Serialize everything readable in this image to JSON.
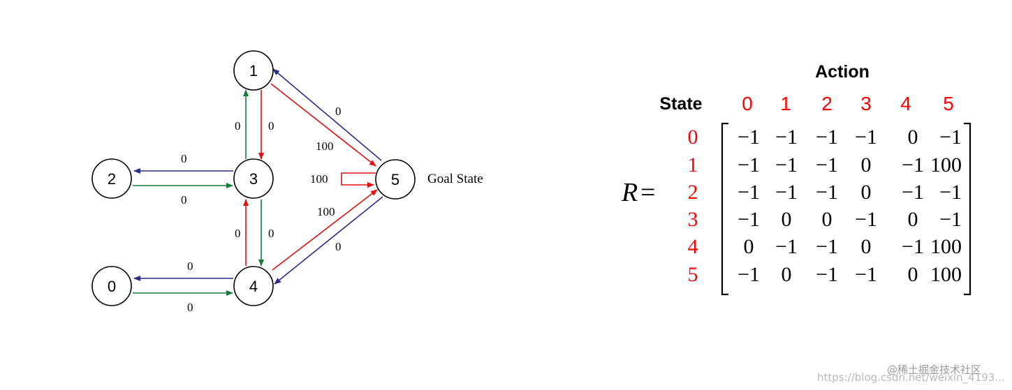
{
  "graph": {
    "nodes": [
      {
        "id": "0",
        "label": "0"
      },
      {
        "id": "1",
        "label": "1"
      },
      {
        "id": "2",
        "label": "2"
      },
      {
        "id": "3",
        "label": "3"
      },
      {
        "id": "4",
        "label": "4"
      },
      {
        "id": "5",
        "label": "5"
      }
    ],
    "goal_label": "Goal State",
    "edges": [
      {
        "from": "5",
        "to": "1",
        "label": "0",
        "color": "#2b2b8c"
      },
      {
        "from": "1",
        "to": "5",
        "label": "100",
        "color": "#e01010"
      },
      {
        "from": "3",
        "to": "1",
        "label": "0",
        "color": "#1a7a3a"
      },
      {
        "from": "1",
        "to": "3",
        "label": "0",
        "color": "#e01010"
      },
      {
        "from": "3",
        "to": "2",
        "label": "0",
        "color": "#2b2b8c"
      },
      {
        "from": "2",
        "to": "3",
        "label": "0",
        "color": "#1a7a3a"
      },
      {
        "from": "4",
        "to": "3",
        "label": "0",
        "color": "#e01010"
      },
      {
        "from": "3",
        "to": "4",
        "label": "0",
        "color": "#1a7a3a"
      },
      {
        "from": "4",
        "to": "0",
        "label": "0",
        "color": "#2b2b8c"
      },
      {
        "from": "0",
        "to": "4",
        "label": "0",
        "color": "#1a7a3a"
      },
      {
        "from": "4",
        "to": "5",
        "label": "100",
        "color": "#e01010"
      },
      {
        "from": "5",
        "to": "4",
        "label": "0",
        "color": "#2b2b8c"
      },
      {
        "from": "5",
        "to": "5",
        "label": "100",
        "color": "#e01010"
      }
    ]
  },
  "matrix": {
    "symbol": "R",
    "equals": "=",
    "action_header": "Action",
    "state_header": "State",
    "col_labels": [
      "0",
      "1",
      "2",
      "3",
      "4",
      "5"
    ],
    "row_labels": [
      "0",
      "1",
      "2",
      "3",
      "4",
      "5"
    ],
    "rows": [
      [
        "-1",
        "-1",
        "-1",
        "-1",
        "0",
        "-1"
      ],
      [
        "-1",
        "-1",
        "-1",
        "0",
        "-1",
        "100"
      ],
      [
        "-1",
        "-1",
        "-1",
        "0",
        "-1",
        "-1"
      ],
      [
        "-1",
        "0",
        "0",
        "-1",
        "0",
        "-1"
      ],
      [
        "0",
        "-1",
        "-1",
        "0",
        "-1",
        "100"
      ],
      [
        "-1",
        "0",
        "-1",
        "-1",
        "0",
        "100"
      ]
    ],
    "colors": {
      "index": "#ff0000",
      "value": "#000000"
    }
  },
  "watermark": {
    "brand": "@稀土掘金技术社区",
    "url": "https://blog.csdn.net/weixin_4193..."
  }
}
